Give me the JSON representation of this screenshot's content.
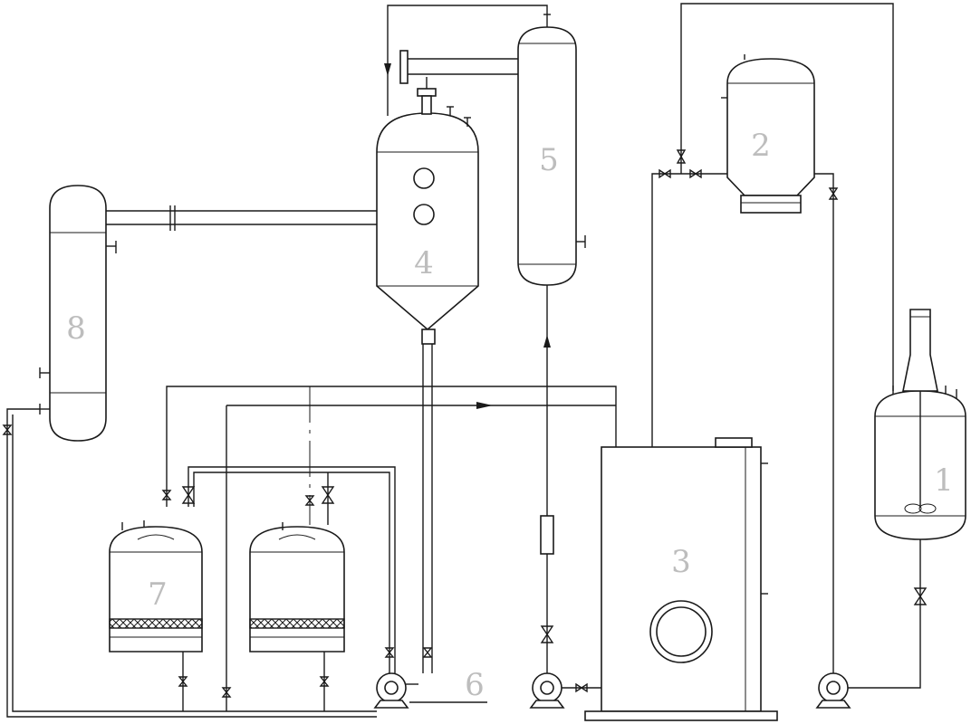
{
  "labels": {
    "unit1": "1",
    "unit2": "2",
    "unit3": "3",
    "unit4": "4",
    "unit5": "5",
    "unit6": "6",
    "unit7": "7",
    "unit8": "8"
  }
}
